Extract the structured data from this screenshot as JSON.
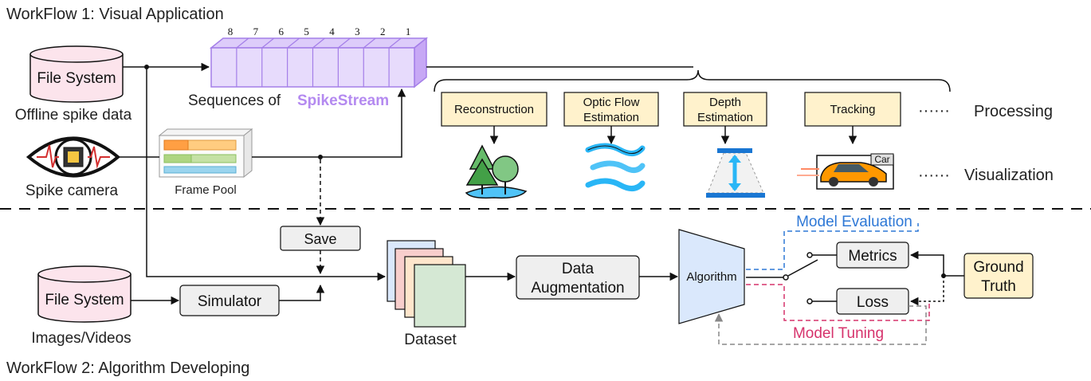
{
  "workflow1": {
    "title": "WorkFlow 1: Visual Application"
  },
  "workflow2": {
    "title": "WorkFlow 2: Algorithm Developing"
  },
  "file_system_top": {
    "label": "File System",
    "caption": "Offline spike data"
  },
  "spike_camera": {
    "caption": "Spike camera"
  },
  "frame_pool": {
    "caption": "Frame Pool"
  },
  "spikestream": {
    "indices": [
      "8",
      "7",
      "6",
      "5",
      "4",
      "3",
      "2",
      "1"
    ],
    "caption_prefix": "Sequences of ",
    "caption_highlight": "SpikeStream"
  },
  "processing": {
    "tasks": [
      {
        "line1": "Reconstruction",
        "line2": ""
      },
      {
        "line1": "Optic Flow",
        "line2": "Estimation"
      },
      {
        "line1": "Depth",
        "line2": "Estimation"
      },
      {
        "line1": "Tracking",
        "line2": ""
      }
    ],
    "ellipsis": "······",
    "label": "Processing",
    "car_tag": "Car",
    "visualization_label": "Visualization",
    "vis_ellipsis": "······"
  },
  "save": {
    "label": "Save"
  },
  "file_system_bottom": {
    "label": "File System",
    "caption": "Images/Videos"
  },
  "simulator": {
    "label": "Simulator"
  },
  "dataset": {
    "caption": "Dataset"
  },
  "augmentation": {
    "line1": "Data",
    "line2": "Augmentation"
  },
  "algorithm": {
    "label": "Algorithm"
  },
  "model_evaluation": {
    "label": "Model Evaluation",
    "color": "#2e78d6"
  },
  "model_tuning": {
    "label": "Model Tuning",
    "color": "#d6336c"
  },
  "metrics": {
    "label": "Metrics"
  },
  "loss": {
    "label": "Loss"
  },
  "ground_truth": {
    "line1": "Ground",
    "line2": "Truth"
  },
  "colors": {
    "spikestream": "#b48af0",
    "task_fill": "#fff2cc",
    "box_fill": "#efefef",
    "file_fill": "#fce4ec",
    "algorithm_fill": "#dae8fc"
  }
}
